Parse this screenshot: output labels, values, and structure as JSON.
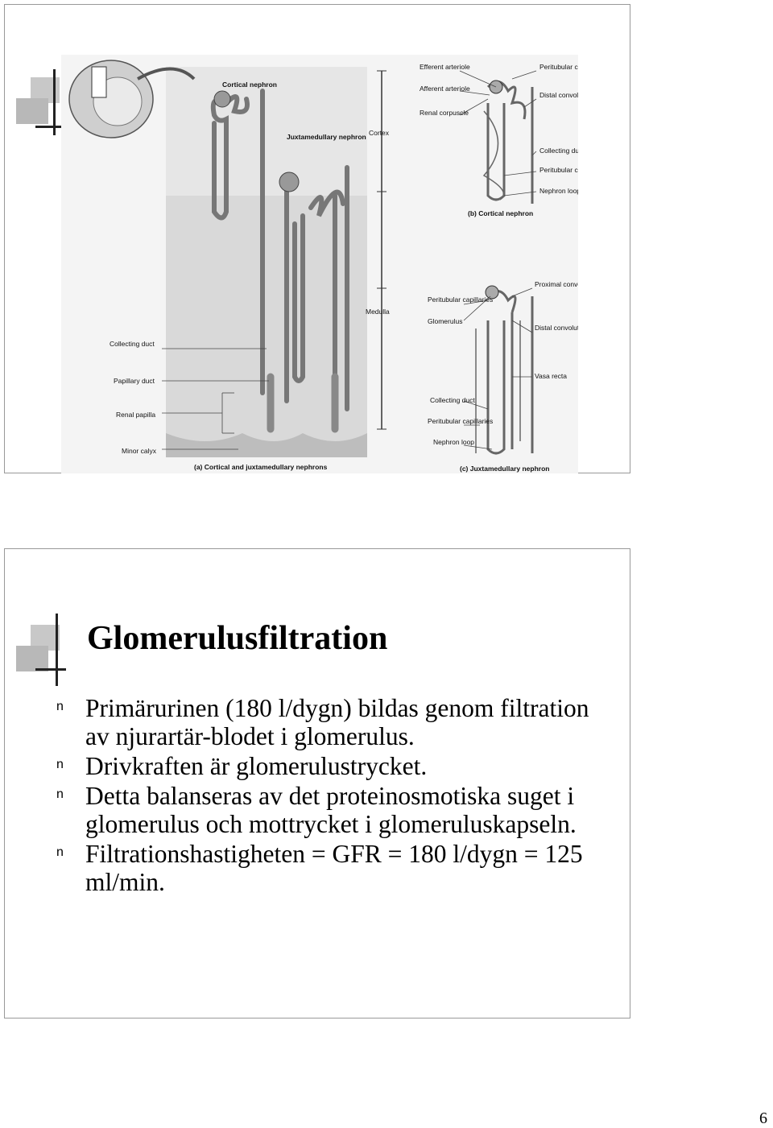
{
  "slide1": {
    "figure": {
      "labels": {
        "cortical_nephron": "Cortical nephron",
        "juxtamedullary_nephron": "Juxtamedullary nephron",
        "cortex": "Cortex",
        "medulla": "Medulla",
        "collecting_duct": "Collecting duct",
        "papillary_duct": "Papillary duct",
        "renal_papilla": "Renal papilla",
        "minor_calyx": "Minor calyx",
        "caption_a": "(a) Cortical and juxtamedullary nephrons",
        "efferent_arteriole": "Efferent arteriole",
        "afferent_arteriole": "Afferent arteriole",
        "renal_corpuscle": "Renal corpuscle",
        "peritubular_capillaries_b_top": "Peritubular capillaries",
        "distal_convoluted_tubule": "Distal convoluted tubule",
        "collecting_duct_b": "Collecting duct",
        "peritubular_capillaries_b": "Peritubular capillaries",
        "nephron_loop_b": "Nephron loop",
        "caption_b": "(b) Cortical nephron",
        "proximal_pct": "Proximal convoluted tubule (PCT)",
        "peritubular_capillaries_c": "Peritubular capillaries",
        "glomerulus": "Glomerulus",
        "distal_dct": "Distal convoluted tubule (DCT)",
        "vasa_recta": "Vasa recta",
        "collecting_duct_c": "Collecting duct",
        "peritubular_capillaries_c2": "Peritubular capillaries",
        "nephron_loop_c": "Nephron loop",
        "caption_c": "(c) Juxtamedullary nephron"
      }
    }
  },
  "slide2": {
    "title": "Glomerulusfiltration",
    "bullet_marker": "n",
    "bullets": [
      "Primärurinen (180 l/dygn) bildas genom filtration av njurartär-blodet i glomerulus.",
      "Drivkraften är glomerulustrycket.",
      "Detta balanseras av det proteinosmotiska suget i glomerulus och mottrycket i glomeruluskapseln.",
      "Filtrationshastigheten = GFR = 180 l/dygn = 125 ml/min."
    ]
  },
  "page_number": "6"
}
